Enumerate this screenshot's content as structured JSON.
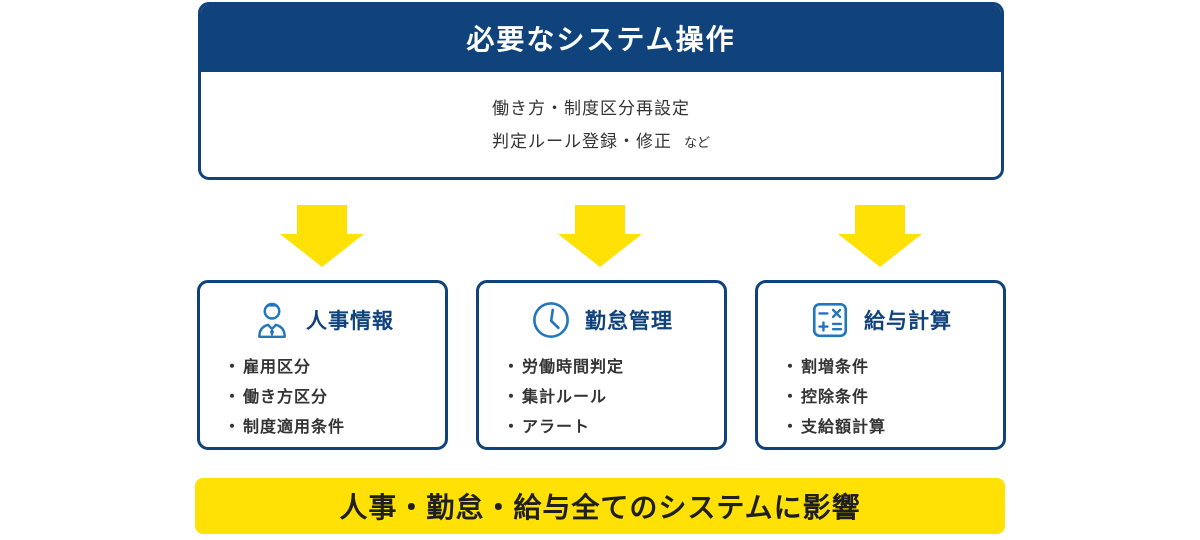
{
  "colors": {
    "navy": "#10437b",
    "icon_blue": "#2276be",
    "yellow": "#ffe105",
    "body_text": "#333333",
    "banner_text": "#1f1f1f"
  },
  "top_box": {
    "title": "必要なシステム操作",
    "line1": "働き方・制度区分再設定",
    "line2": "判定ルール登録・修正",
    "suffix": "など"
  },
  "bullet_char": "・",
  "cards": [
    {
      "icon": "person-icon",
      "title": "人事情報",
      "items": [
        "雇用区分",
        "働き方区分",
        "制度適用条件"
      ]
    },
    {
      "icon": "clock-icon",
      "title": "勤怠管理",
      "items": [
        "労働時間判定",
        "集計ルール",
        "アラート"
      ]
    },
    {
      "icon": "calculator-icon",
      "title": "給与計算",
      "items": [
        "割増条件",
        "控除条件",
        "支給額計算"
      ]
    }
  ],
  "banner": {
    "label": "人事・勤怠・給与全てのシステムに影響"
  }
}
